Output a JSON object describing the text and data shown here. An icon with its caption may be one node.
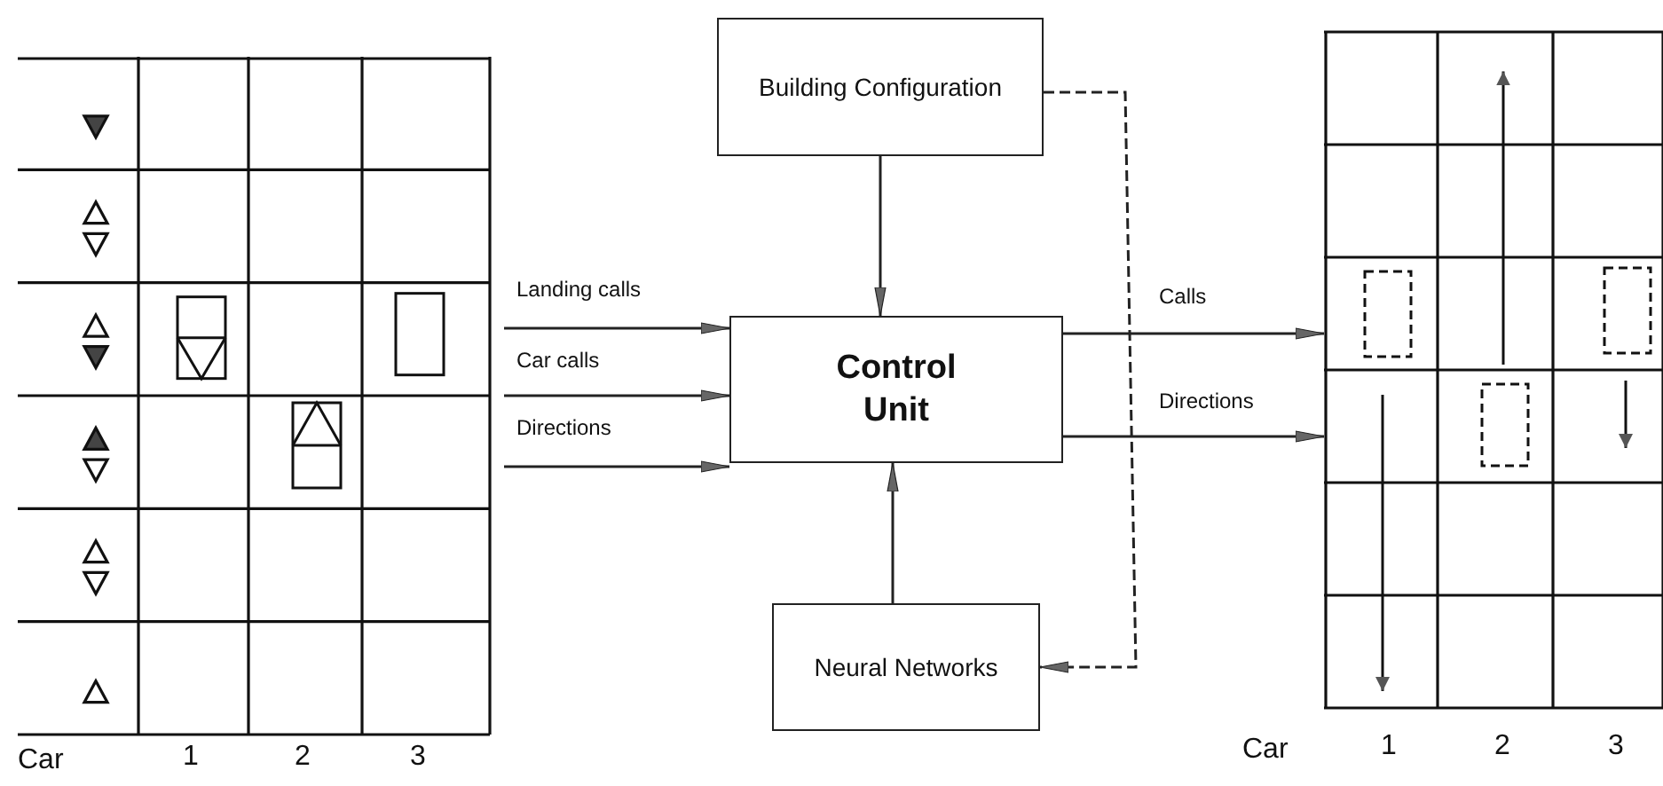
{
  "diagram": {
    "nodes": [
      {
        "text": [],
        "shape": "picture",
        "beside": [
          "Car",
          "1",
          "2",
          "3"
        ]
      },
      {
        "text": [
          "Building Configuration"
        ]
      },
      {
        "text": [
          "Control Unit"
        ]
      },
      {
        "text": [
          "Neural Networks"
        ]
      },
      {
        "text": [],
        "shape": "picture",
        "beside": [
          "Car",
          "1",
          "2",
          "3"
        ]
      }
    ],
    "edges": [
      {
        "from": 0,
        "to": 2,
        "arrow": "to",
        "label": "Landing calls"
      },
      {
        "from": 0,
        "to": 2,
        "arrow": "to",
        "label": "Car calls"
      },
      {
        "from": 0,
        "to": 2,
        "arrow": "to",
        "label": "Directions"
      },
      {
        "from": 1,
        "to": 2,
        "arrow": "to"
      },
      {
        "from": 3,
        "to": 2,
        "arrow": "to"
      },
      {
        "from": 2,
        "to": 4,
        "arrow": "to",
        "label": "Calls"
      },
      {
        "from": 2,
        "to": 4,
        "arrow": "to",
        "label": "Directions"
      },
      {
        "from": 1,
        "to": 3,
        "arrow": "to",
        "style": "dashed"
      }
    ]
  }
}
